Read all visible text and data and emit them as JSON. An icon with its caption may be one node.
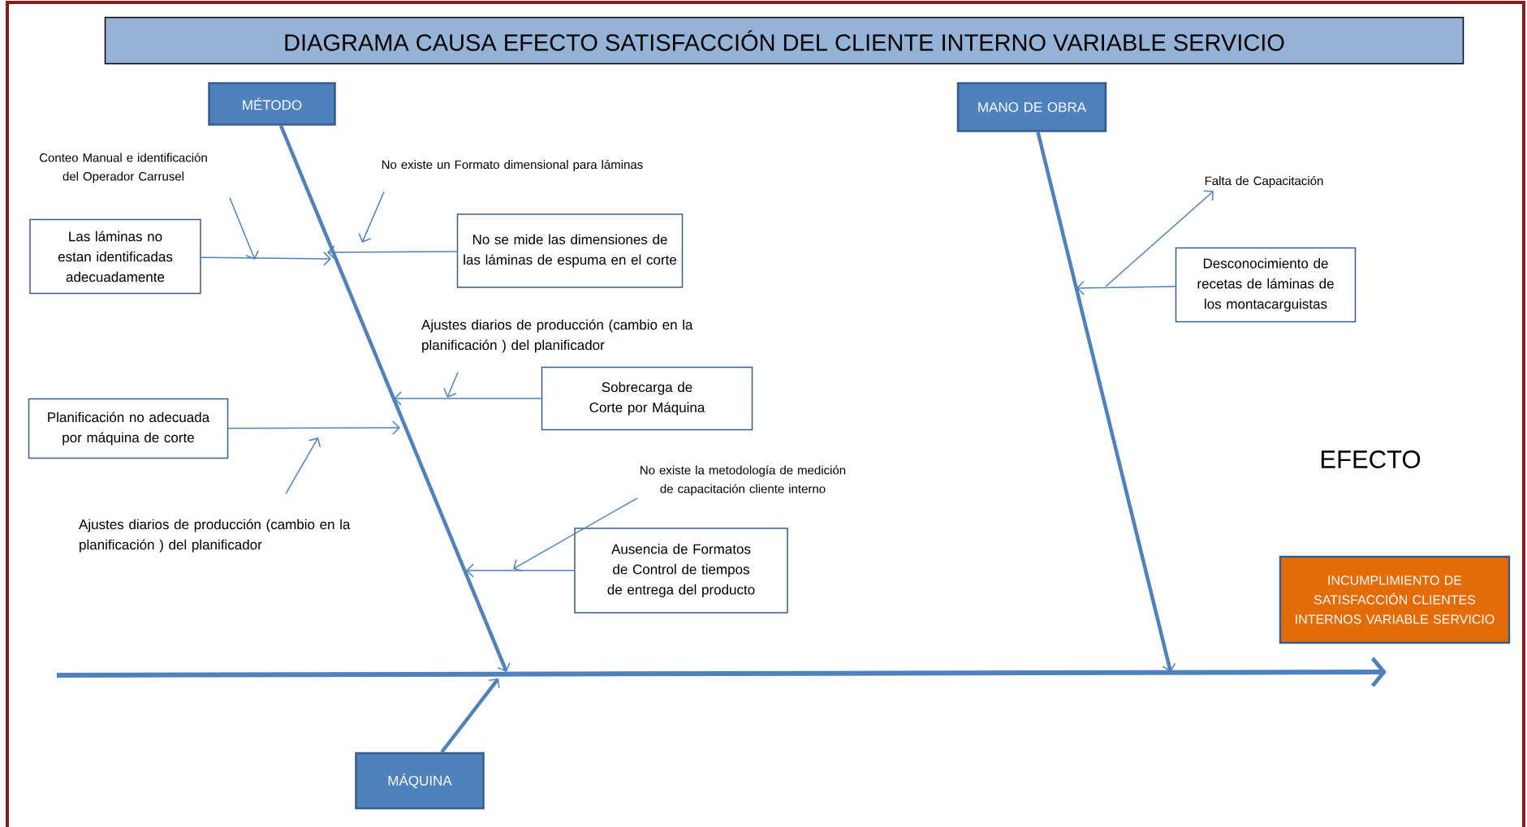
{
  "diagram": {
    "title": "DIAGRAMA CAUSA EFECTO SATISFACCIÓN DEL CLIENTE INTERNO VARIABLE SERVICIO",
    "nodes": [
      {
        "text": [
          "MÉTODO"
        ]
      },
      {
        "text": [
          "MANO DE OBRA"
        ]
      },
      {
        "text": [
          "MÁQUINA"
        ]
      },
      {
        "text": [
          "INCUMPLIMIENTO DE SATISFACCIÓN CLIENTES INTERNOS VARIABLE SERVICIO"
        ]
      },
      {
        "text": [
          "Las láminas no estan identificadas adecuadamente"
        ]
      },
      {
        "text": [
          "No se mide las dimensiones de las láminas de espuma en el corte"
        ]
      },
      {
        "text": [
          "Sobrecarga de Corte por Máquina"
        ]
      },
      {
        "text": [
          "Planificación no adecuada por máquina de corte"
        ]
      },
      {
        "text": [
          "Ausencia de Formatos de Control de tiempos de entrega del producto"
        ]
      },
      {
        "text": [
          "Desconocimiento de recetas de láminas de los montacarguistas"
        ]
      },
      {
        "text": [
          "Conteo Manual e identificación del Operador Carrusel"
        ]
      },
      {
        "text": [
          "No existe un Formato dimensional para láminas"
        ]
      },
      {
        "text": [
          "Ajustes diarios de producción (cambio en la planificación ) del planificador"
        ]
      },
      {
        "text": [
          "Ajustes diarios de producción (cambio en la planificación ) del planificador"
        ]
      },
      {
        "text": [
          "No existe la metodología de medición de capacitación cliente interno"
        ]
      },
      {
        "text": [
          "Falta de Capacitación"
        ]
      }
    ],
    "edges": [
      {
        "from": 0,
        "to": null,
        "arrow": "to",
        "style": "thick"
      },
      {
        "from": 1,
        "to": null,
        "arrow": "to",
        "style": "thick"
      },
      {
        "from": 2,
        "to": null,
        "arrow": "to",
        "style": "thick"
      },
      {
        "from": 4,
        "to": null,
        "arrow": "to"
      },
      {
        "from": 5,
        "to": null,
        "arrow": "to"
      },
      {
        "from": 6,
        "to": null,
        "arrow": "to"
      },
      {
        "from": 7,
        "to": null,
        "arrow": "to"
      },
      {
        "from": 8,
        "to": null,
        "arrow": "to"
      },
      {
        "from": 9,
        "to": null,
        "arrow": "to"
      },
      {
        "from": 10,
        "to": null,
        "arrow": "to"
      },
      {
        "from": 11,
        "to": null,
        "arrow": "to"
      },
      {
        "from": 12,
        "to": null,
        "arrow": "to"
      },
      {
        "from": 13,
        "to": null,
        "arrow": "to"
      },
      {
        "from": 14,
        "to": null,
        "arrow": "to"
      },
      {
        "from": null,
        "to": 15,
        "arrow": "to"
      }
    ],
    "labels": [
      "EFECTO"
    ]
  }
}
